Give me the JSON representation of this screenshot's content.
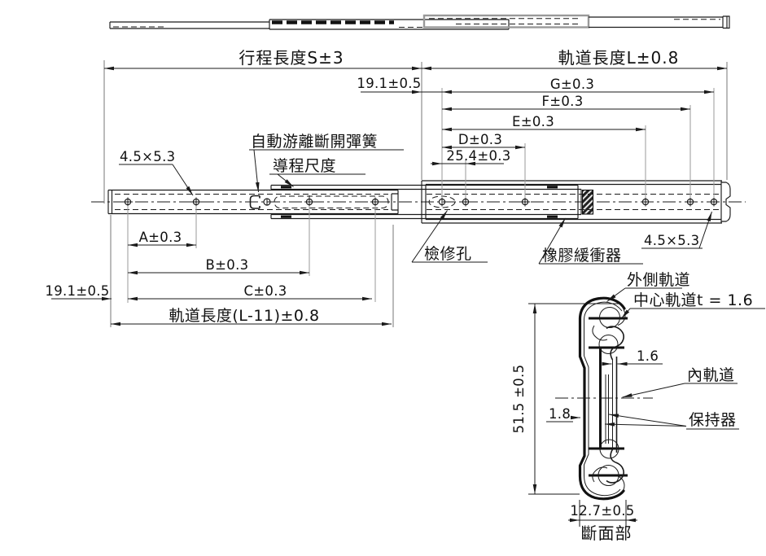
{
  "drawing_title": "drawer-slide-technical-drawing",
  "dims": {
    "stroke_length": "行程長度S±3",
    "rail_length": "軌道長度L±0.8",
    "offset_top": "19.1±0.5",
    "g": "G±0.3",
    "f": "F±0.3",
    "e": "E±0.3",
    "d": "D±0.3",
    "hole_pitch": "25.4±0.3",
    "slot_left": "4.5×5.3",
    "slot_right": "4.5×5.3",
    "a": "A±0.3",
    "b": "B±0.3",
    "c": "C±0.3",
    "offset_left": "19.1±0.5",
    "inner_rail_length": "軌道長度(L-11)±0.8"
  },
  "callouts": {
    "spring": "自動游離斷開彈簧",
    "lead_scale": "導程尺度",
    "inspection_hole": "檢修孔",
    "rubber_bumper": "橡膠緩衝器"
  },
  "section": {
    "outer_rail": "外側軌道",
    "center_rail": "中心軌道t = 1.6",
    "inner_thickness": "1.6",
    "inner_rail": "內軌道",
    "height": "51.5 ±0.5",
    "wall_thickness": "1.8",
    "retainer": "保持器",
    "width": "12.7±0.5",
    "caption": "斷面部"
  },
  "colors": {
    "line": "#1a1a1a",
    "extension": "#9a9a9a",
    "background": "#ffffff"
  }
}
